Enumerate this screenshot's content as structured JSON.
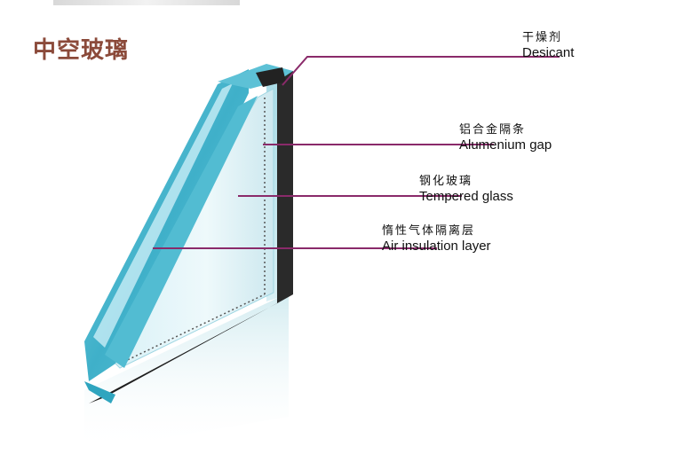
{
  "title": "中空玻璃",
  "colors": {
    "title": "#8b4a3a",
    "leader": "#8a2a6a",
    "glass": "#49b9cf",
    "glass_light": "#aee3ef",
    "spacer": "#2a2a2a"
  },
  "callouts": [
    {
      "cn": "干燥剂",
      "en": "Desicant"
    },
    {
      "cn": "铝合金隔条",
      "en": "Alumenium  gap"
    },
    {
      "cn": "钢化玻璃",
      "en": "Tempered glass"
    },
    {
      "cn": "惰性气体隔离层",
      "en": "Air insulation layer"
    }
  ]
}
